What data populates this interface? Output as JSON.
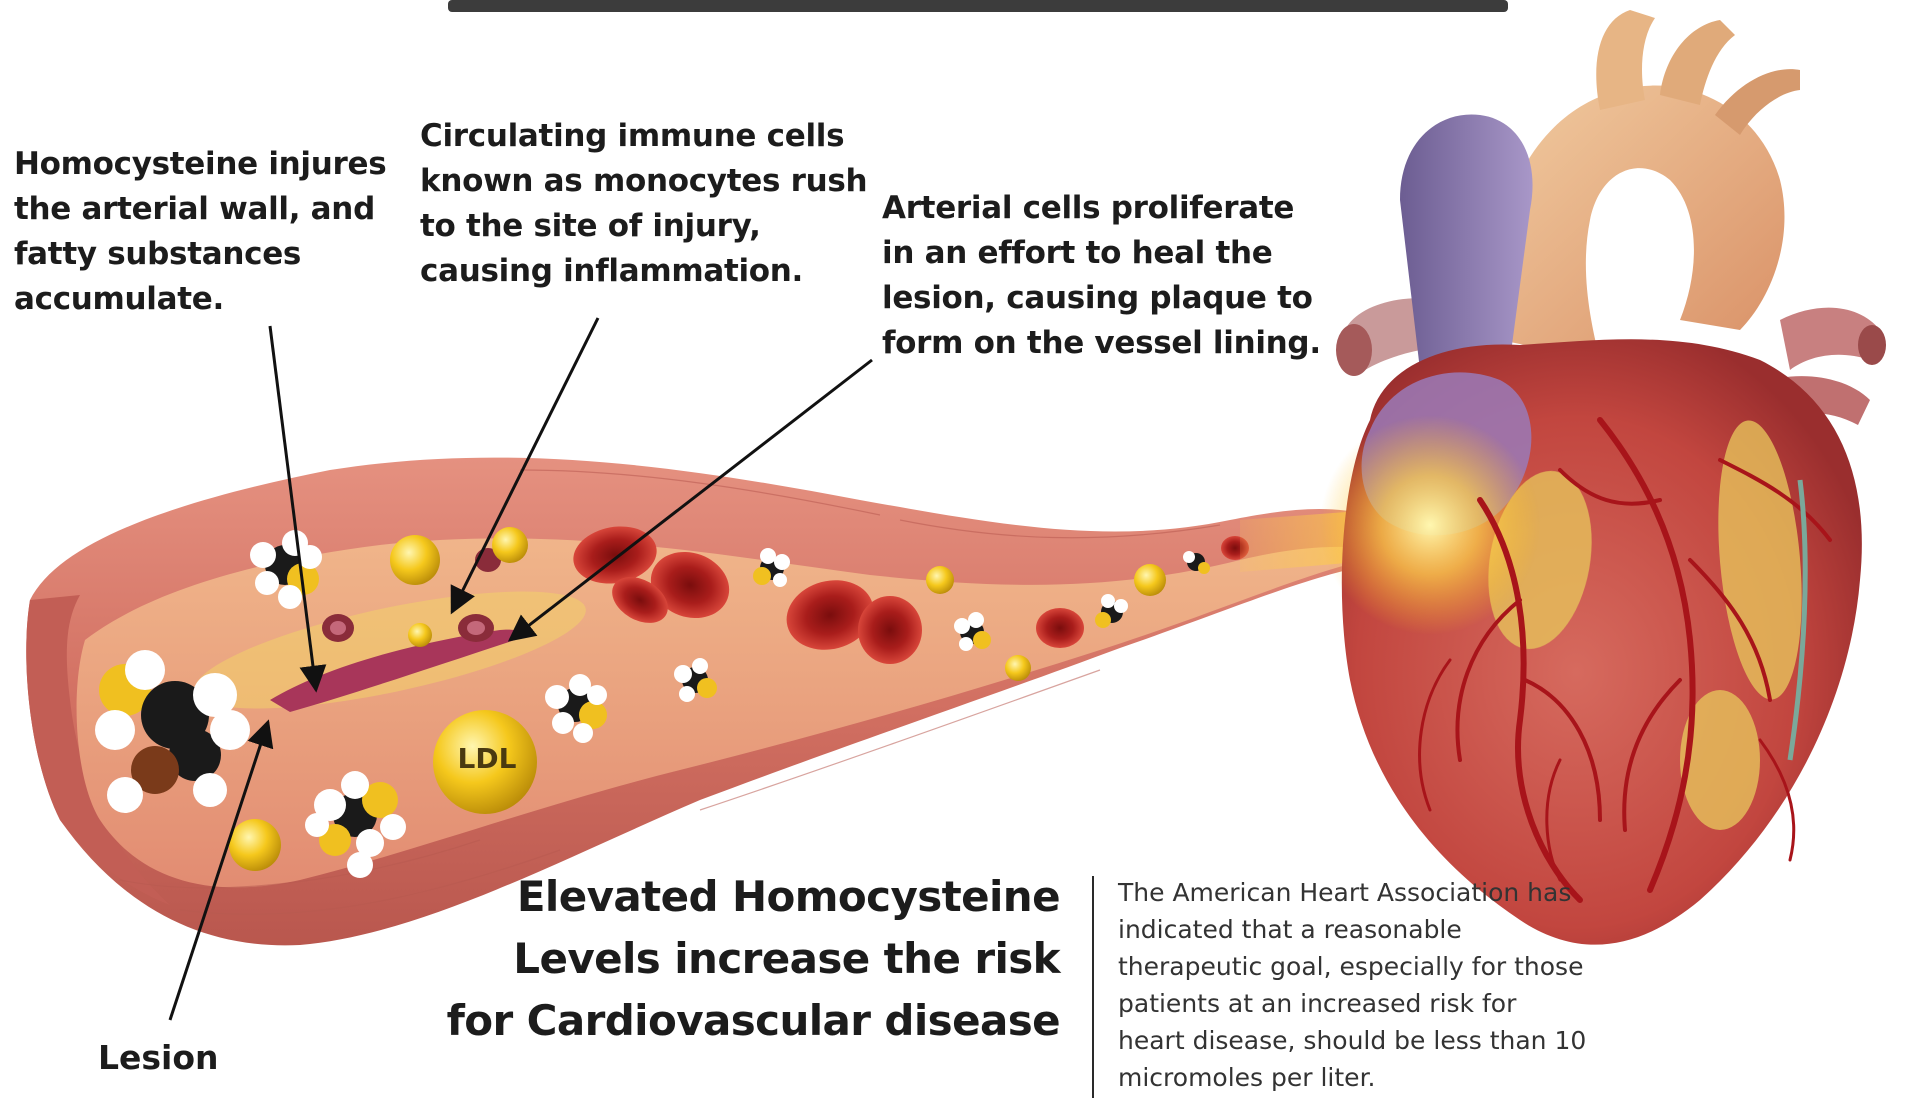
{
  "callouts": {
    "homocysteine_injury": "Homocysteine injures the arterial wall, and fatty substances accumulate.",
    "monocytes": "Circulating immune cells known as monocytes rush to the site of injury, causing inflammation.",
    "proliferation": "Arterial cells proliferate in an effort to heal the lesion, causing plaque to form on the vessel lining."
  },
  "labels": {
    "lesion": "Lesion",
    "ldl": "LDL"
  },
  "headline": "Elevated Homocysteine Levels increase the risk for Cardiovascular disease",
  "aha_note": "The American Heart Association has indicated that a reasonable therapeutic goal, especially for those patients at an increased risk for heart disease, should be less than 10 micromoles per liter.",
  "colors": {
    "artery_wall": "#d9776a",
    "artery_lumen": "#e9a078",
    "lesion": "#b0405a",
    "ldl_particle": "#f2c21a",
    "red_blood_cell": "#b8231f",
    "heart_muscle": "#c4504a",
    "aorta": "#e7b585",
    "vena_cava": "#8c7cb0",
    "coronary_vessel": "#a8141a",
    "fat_deposit": "#e6c25c",
    "text": "#1c1c1c"
  },
  "icons": [
    "artery-cross-section",
    "heart-illustration",
    "ldl-particle",
    "homocysteine-molecule",
    "red-blood-cell",
    "monocyte-cell"
  ]
}
